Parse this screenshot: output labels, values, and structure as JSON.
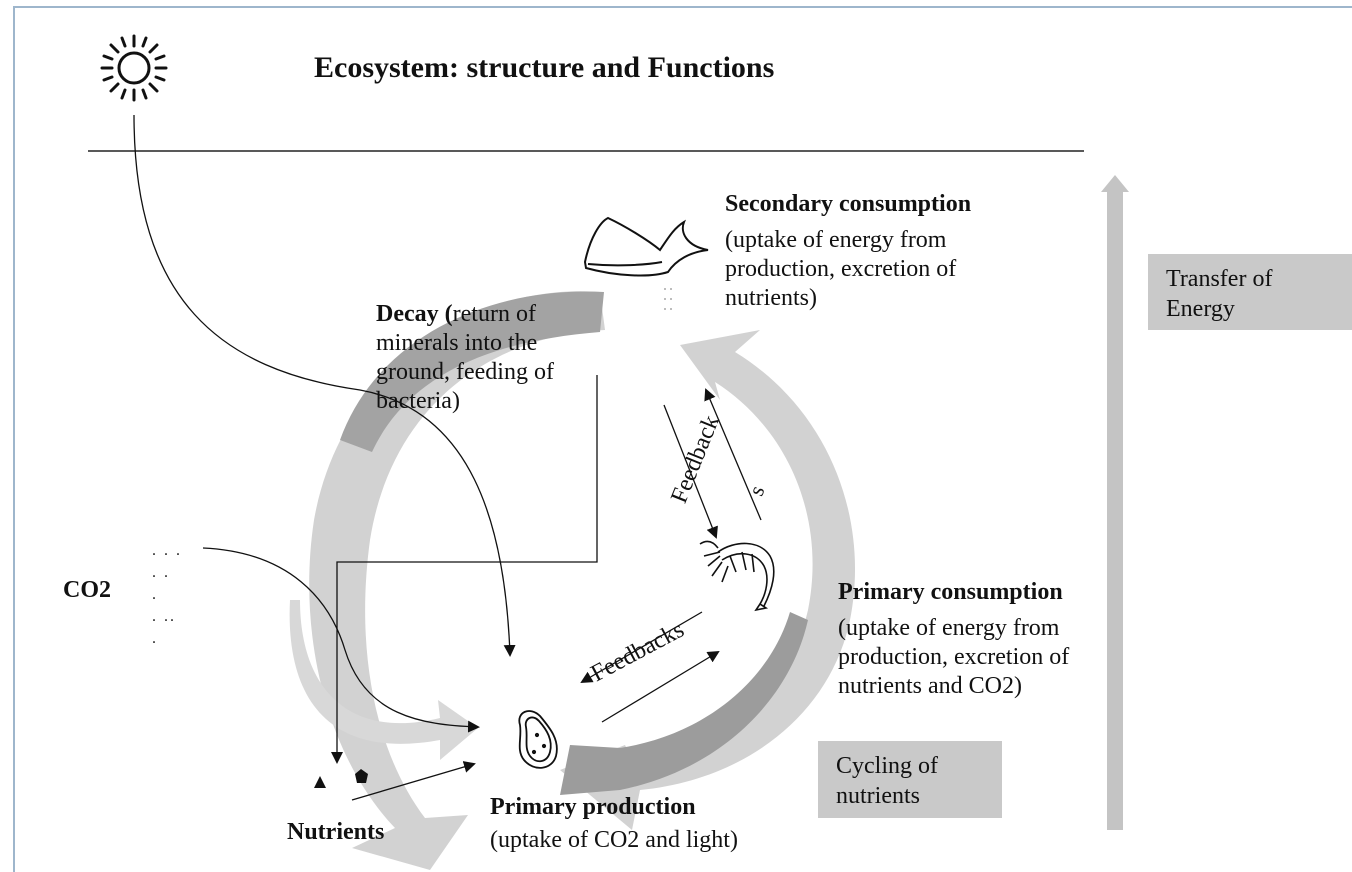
{
  "title": "Ecosystem: structure and Functions",
  "labels": {
    "secondary_title": "Secondary consumption",
    "secondary_desc": "(uptake of energy from\nproduction, excretion of\nnutrients)",
    "decay_title": "Decay (",
    "decay_desc_inline": "return of",
    "decay_desc": "minerals into the\nground, feeding of\nbacteria)",
    "primary_consumption_title": "Primary consumption",
    "primary_consumption_desc": "(uptake of energy from\nproduction, excretion of\nnutrients and CO2)",
    "primary_production_title": "Primary production",
    "primary_production_desc": "(uptake of CO2 and light)",
    "co2": "CO2",
    "nutrients": "Nutrients",
    "feedback_vertical": "Feedback",
    "feedback_vertical_suffix": "s",
    "feedbacks_diagonal": "Feedbacks",
    "co2_dots": ". . .\n. .\n.\n. ..\n."
  },
  "boxes": {
    "transfer_energy": "Transfer of\nEnergy",
    "cycling_nutrients": "Cycling of\nnutrients"
  },
  "icons": [
    "sun-icon",
    "whale-icon",
    "shrimp-icon",
    "cell-icon",
    "nutrient-triangle-icon",
    "nutrient-pentagon-icon"
  ],
  "colors": {
    "cycle_light": "#d2d2d2",
    "cycle_dark": "#9a9a9a",
    "box_fill": "#c9c9c9",
    "frame": "#9eb6cc"
  }
}
